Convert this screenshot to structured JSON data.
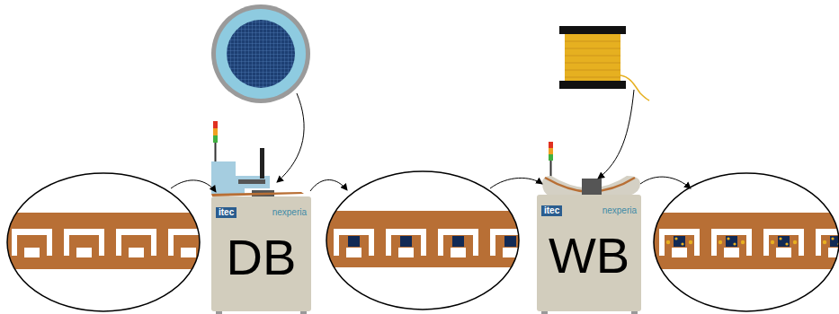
{
  "diagram": {
    "nodes": [
      {
        "text": [
          "itec",
          "nexperia",
          "DB"
        ]
      },
      {
        "text": [
          "itec",
          "nexperia",
          "WB"
        ]
      }
    ]
  }
}
